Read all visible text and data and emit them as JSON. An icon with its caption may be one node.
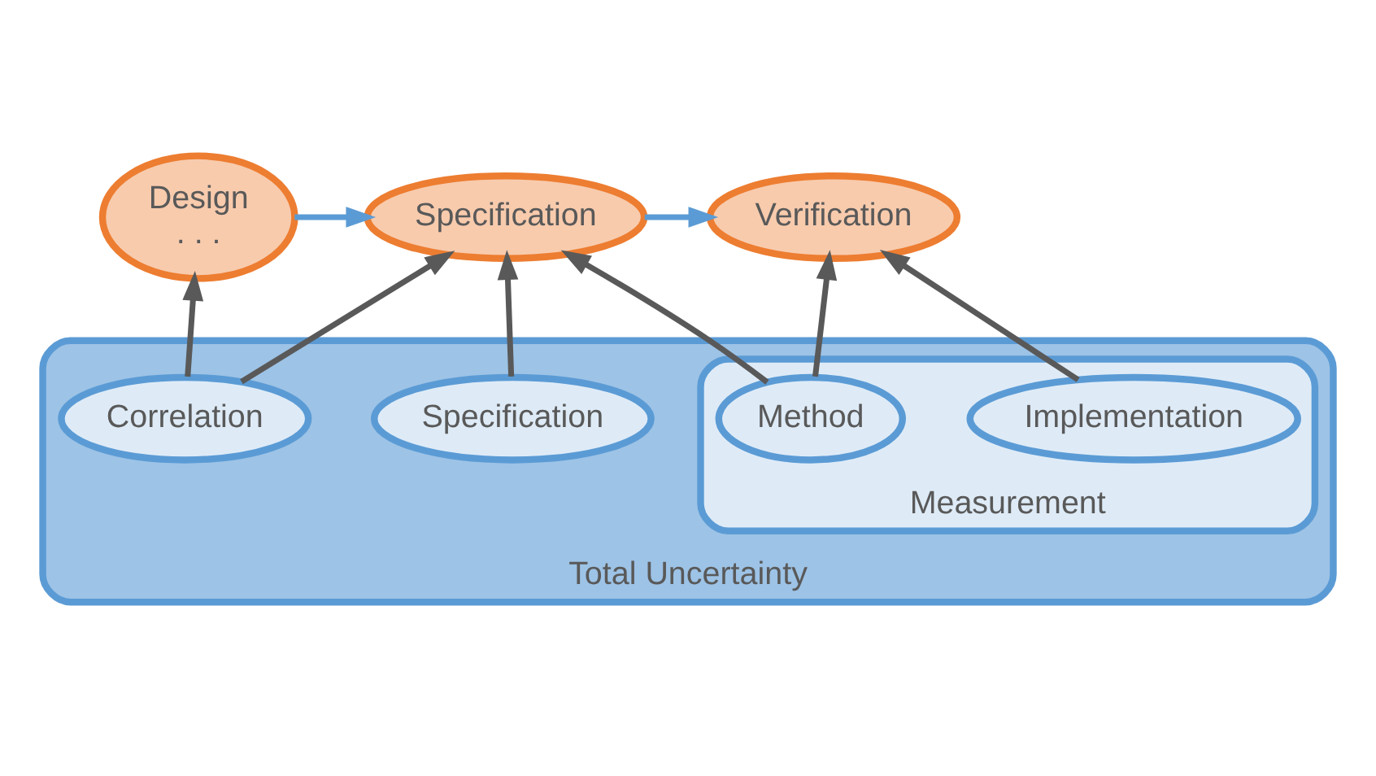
{
  "diagram": {
    "nodes": [
      {
        "text": [
          "Design",
          ". . ."
        ]
      },
      {
        "text": [
          "Specification"
        ]
      },
      {
        "text": [
          "Verification"
        ]
      },
      {
        "text": [
          "Total Uncertainty"
        ]
      },
      {
        "text": [
          "Correlation"
        ],
        "in": 3
      },
      {
        "text": [
          "Specification"
        ],
        "in": 3
      },
      {
        "text": [
          "Measurement"
        ],
        "in": 3
      },
      {
        "text": [
          "Method"
        ],
        "in": 6
      },
      {
        "text": [
          "Implementation"
        ],
        "in": 6
      }
    ],
    "edges": [
      {
        "from": 0,
        "to": 1,
        "arrow": "to",
        "color": "#5b9bd5"
      },
      {
        "from": 1,
        "to": 2,
        "arrow": "to",
        "color": "#5b9bd5"
      },
      {
        "from": 4,
        "to": 0,
        "arrow": "to"
      },
      {
        "from": 4,
        "to": 1,
        "arrow": "to"
      },
      {
        "from": 5,
        "to": 1,
        "arrow": "to"
      },
      {
        "from": 7,
        "to": 1,
        "arrow": "to"
      },
      {
        "from": 7,
        "to": 2,
        "arrow": "to"
      },
      {
        "from": 8,
        "to": 2,
        "arrow": "to"
      }
    ]
  }
}
